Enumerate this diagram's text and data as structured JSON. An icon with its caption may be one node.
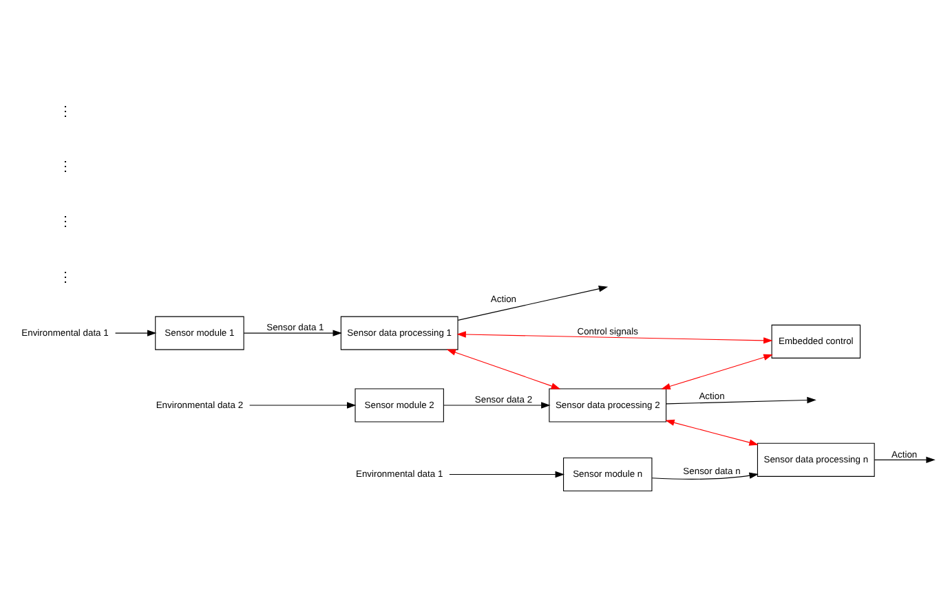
{
  "diagram": {
    "nodes": [
      {
        "text": [
          "Environmental data 1"
        ]
      },
      {
        "text": [
          "Sensor module 1"
        ]
      },
      {
        "text": [
          "Sensor data processing 1"
        ]
      },
      {
        "text": [
          "Environmental data 2"
        ]
      },
      {
        "text": [
          "Sensor module 2"
        ]
      },
      {
        "text": [
          "Sensor data processing 2"
        ]
      },
      {
        "text": [
          "Embedded control"
        ]
      },
      {
        "text": [
          "Environmental data 1"
        ]
      },
      {
        "text": [
          "Sensor module n"
        ]
      },
      {
        "text": [
          "Sensor data processing n"
        ]
      }
    ],
    "edges": [
      {
        "from": 0,
        "to": 1,
        "arrow": "to"
      },
      {
        "from": 1,
        "to": 2,
        "arrow": "to",
        "label": "Sensor data 1"
      },
      {
        "from": 2,
        "to": null,
        "arrow": "to",
        "label": "Action"
      },
      {
        "from": 3,
        "to": 4,
        "arrow": "to"
      },
      {
        "from": 4,
        "to": 5,
        "arrow": "to",
        "label": "Sensor data 2"
      },
      {
        "from": 5,
        "to": null,
        "arrow": "to",
        "label": "Action"
      },
      {
        "from": 7,
        "to": 8,
        "arrow": "to"
      },
      {
        "from": 8,
        "to": 9,
        "arrow": "to",
        "label": "Sensor data n"
      },
      {
        "from": 9,
        "to": null,
        "arrow": "to",
        "label": "Action"
      },
      {
        "from": 2,
        "to": 5,
        "arrow": "both",
        "color": "#ff0000"
      },
      {
        "from": 5,
        "to": 9,
        "arrow": "both",
        "color": "#ff0000"
      },
      {
        "from": 2,
        "to": 6,
        "arrow": "both",
        "color": "#ff0000",
        "label": "Control signals"
      },
      {
        "from": 5,
        "to": 6,
        "arrow": "both",
        "color": "#ff0000"
      }
    ],
    "labels": [
      "⋮",
      "⋮",
      "⋮",
      "⋮"
    ]
  }
}
